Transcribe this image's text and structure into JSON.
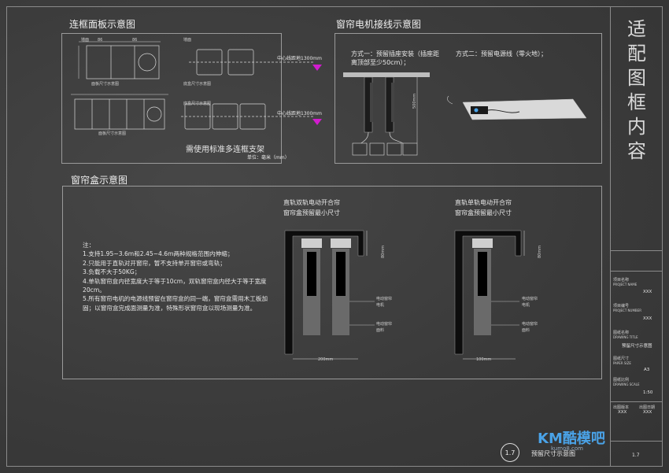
{
  "panel_section": {
    "title": "连框面板示意图",
    "wall_label_1": "墙面",
    "wall_label_2": "墙面",
    "dim_a": "86",
    "dim_b": "86",
    "panel_size_label_1": "面板尺寸示意图",
    "panel_size_label_2": "面板尺寸示意图",
    "box_size_label_1": "底盒尺寸示意图",
    "box_size_label_2": "底盒尺寸示意图",
    "center_line_1": "中心线距地1300mm",
    "center_line_2": "中心线距地1300mm",
    "requirement": "需使用标准多连框支架",
    "unit": "单位：毫米（mm）"
  },
  "motor_section": {
    "title": "窗帘电机接线示意图",
    "method_1": "方式一：预留插座安装（插座距离顶部至少50cm）；",
    "method_2": "方式二：预留电源线（零火地）；",
    "dim_500": "500mm"
  },
  "curtain_box_section": {
    "title": "窗帘盒示意图",
    "notes": [
      "注：",
      "1.支持1.95~3.6m和2.45~4.6m两种规格范围内伸缩；",
      "2.只能用于直轨对开窗帘，暂不支持单开窗帘或弯轨；",
      "3.负载不大于50KG；",
      "4.单轨窗帘盒内径宽度大于等于10cm，双轨窗帘盒内径大于等于宽度20cm。",
      "5.所有窗帘电机的电源线预留在窗帘盒的同一端，窗帘盒需用木工板加固；以窗帘盒完成面测量为准，特殊形状窗帘盒以现场测量为准。"
    ],
    "double_title_1": "直轨双轨电动开合帘",
    "double_title_2": "窗帘盒预留最小尺寸",
    "single_title_1": "直轨单轨电动开合帘",
    "single_title_2": "窗帘盒预留最小尺寸",
    "motor_label_1": "电动窗帘",
    "motor_label_2": "电机",
    "fabric_label_1": "电动窗帘",
    "fabric_label_2": "面料",
    "motor_label_s1": "电动窗帘",
    "motor_label_s2": "电机",
    "fabric_label_s1": "电动窗帘",
    "fabric_label_s2": "面料",
    "double_width": "200mm",
    "single_width": "100mm",
    "depth_dim_1": "80mm",
    "depth_dim_2": "80mm"
  },
  "title_block": {
    "big_title": [
      "适",
      "配",
      "图",
      "框",
      "内",
      "容"
    ],
    "project_name_label": "项目名称",
    "project_name_en": "PROJECT NAME",
    "project_name_val": "XXX",
    "project_no_label": "项目编号",
    "project_no_en": "PROJECT NUMBER",
    "project_no_val": "XXX",
    "drawing_title_label": "图纸名称",
    "drawing_title_en": "DRAWING TITLE",
    "drawing_title_val": "预留尺寸示意图",
    "paper_size_label": "图纸尺寸",
    "paper_size_en": "PAPER SIZE",
    "paper_size_val": "A3",
    "scale_label": "图纸比例",
    "scale_en": "DRAWING SCALE",
    "scale_val": "1:50",
    "version_label": "出图版本",
    "version_val": "XXX",
    "date_label": "出图日期",
    "date_val": "XXX",
    "drawing_no_val": "1.7"
  },
  "footer": {
    "circle_number": "1.7",
    "caption": "预留尺寸示意图",
    "logo_text": "KM酷模吧",
    "logo_url": "kumo8.com"
  }
}
